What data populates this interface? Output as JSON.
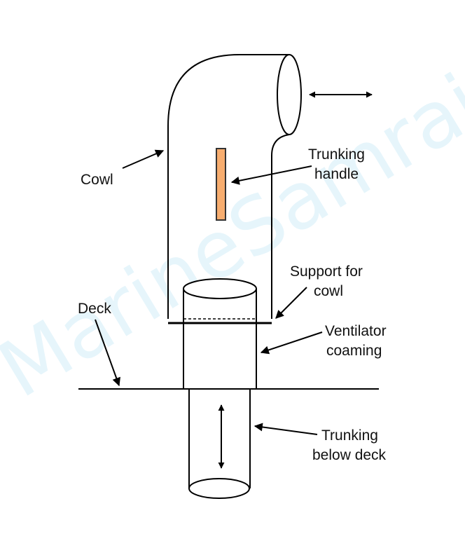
{
  "watermark": "MarineSamraj",
  "labels": {
    "cowl": "Cowl",
    "trunking_handle_1": "Trunking",
    "trunking_handle_2": "handle",
    "support_1": "Support for",
    "support_2": "cowl",
    "deck": "Deck",
    "ventilator_1": "Ventilator",
    "ventilator_2": "coaming",
    "trunking_below_1": "Trunking",
    "trunking_below_2": "below deck"
  },
  "colors": {
    "handle_fill": "#f7ad6f",
    "handle_stroke": "#333333",
    "watermark": "#e6f5fb",
    "line": "#000000"
  }
}
